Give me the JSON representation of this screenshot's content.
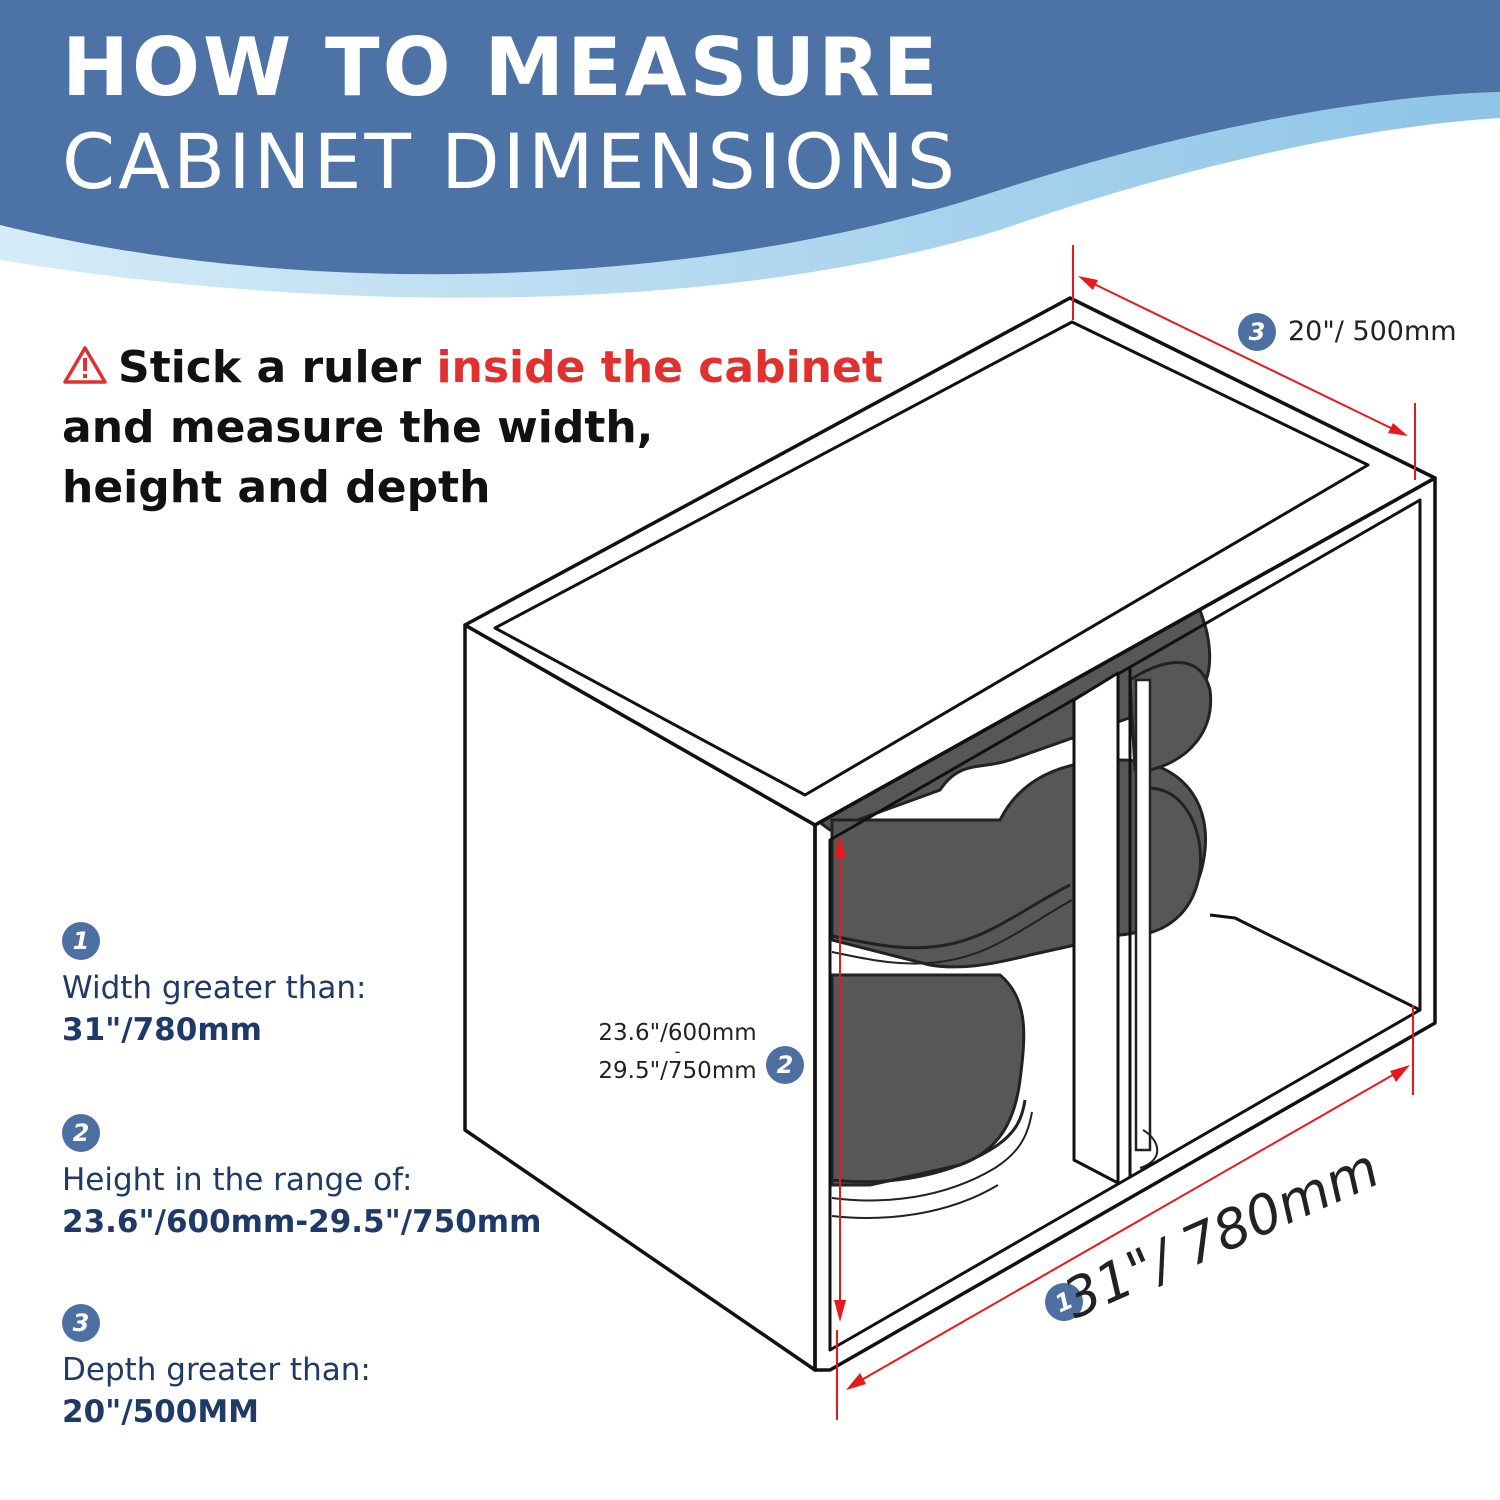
{
  "header": {
    "title_line1": "HOW TO MEASURE",
    "title_line2": "CABINET DIMENSIONS"
  },
  "instruction": {
    "part1": "Stick a ruler ",
    "highlight": "inside the cabinet",
    "line2": "and measure the width,",
    "line3": "height and depth"
  },
  "specs": [
    {
      "number": "1",
      "label": "Width greater than:",
      "value": "31\"/780mm"
    },
    {
      "number": "2",
      "label": "Height in the range of:",
      "value": "23.6\"/600mm-29.5\"/750mm"
    },
    {
      "number": "3",
      "label": "Depth greater than:",
      "value": "20\"/500MM"
    }
  ],
  "diagram": {
    "depth": {
      "number": "3",
      "label": "20\"/ 500mm"
    },
    "height": {
      "number": "2",
      "min": "23.6\"/600mm",
      "separator": "-",
      "max": "29.5\"/750mm"
    },
    "width": {
      "number": "1",
      "label": "31\"/ 780mm"
    }
  },
  "colors": {
    "banner": "#4d72a6",
    "banner_light": "#a9d3ee",
    "accent_red": "#e0312f",
    "dimension_red": "#e8191c",
    "badge": "#4d6fa1",
    "spec_text": "#1f3a66",
    "shelf": "#575757"
  }
}
